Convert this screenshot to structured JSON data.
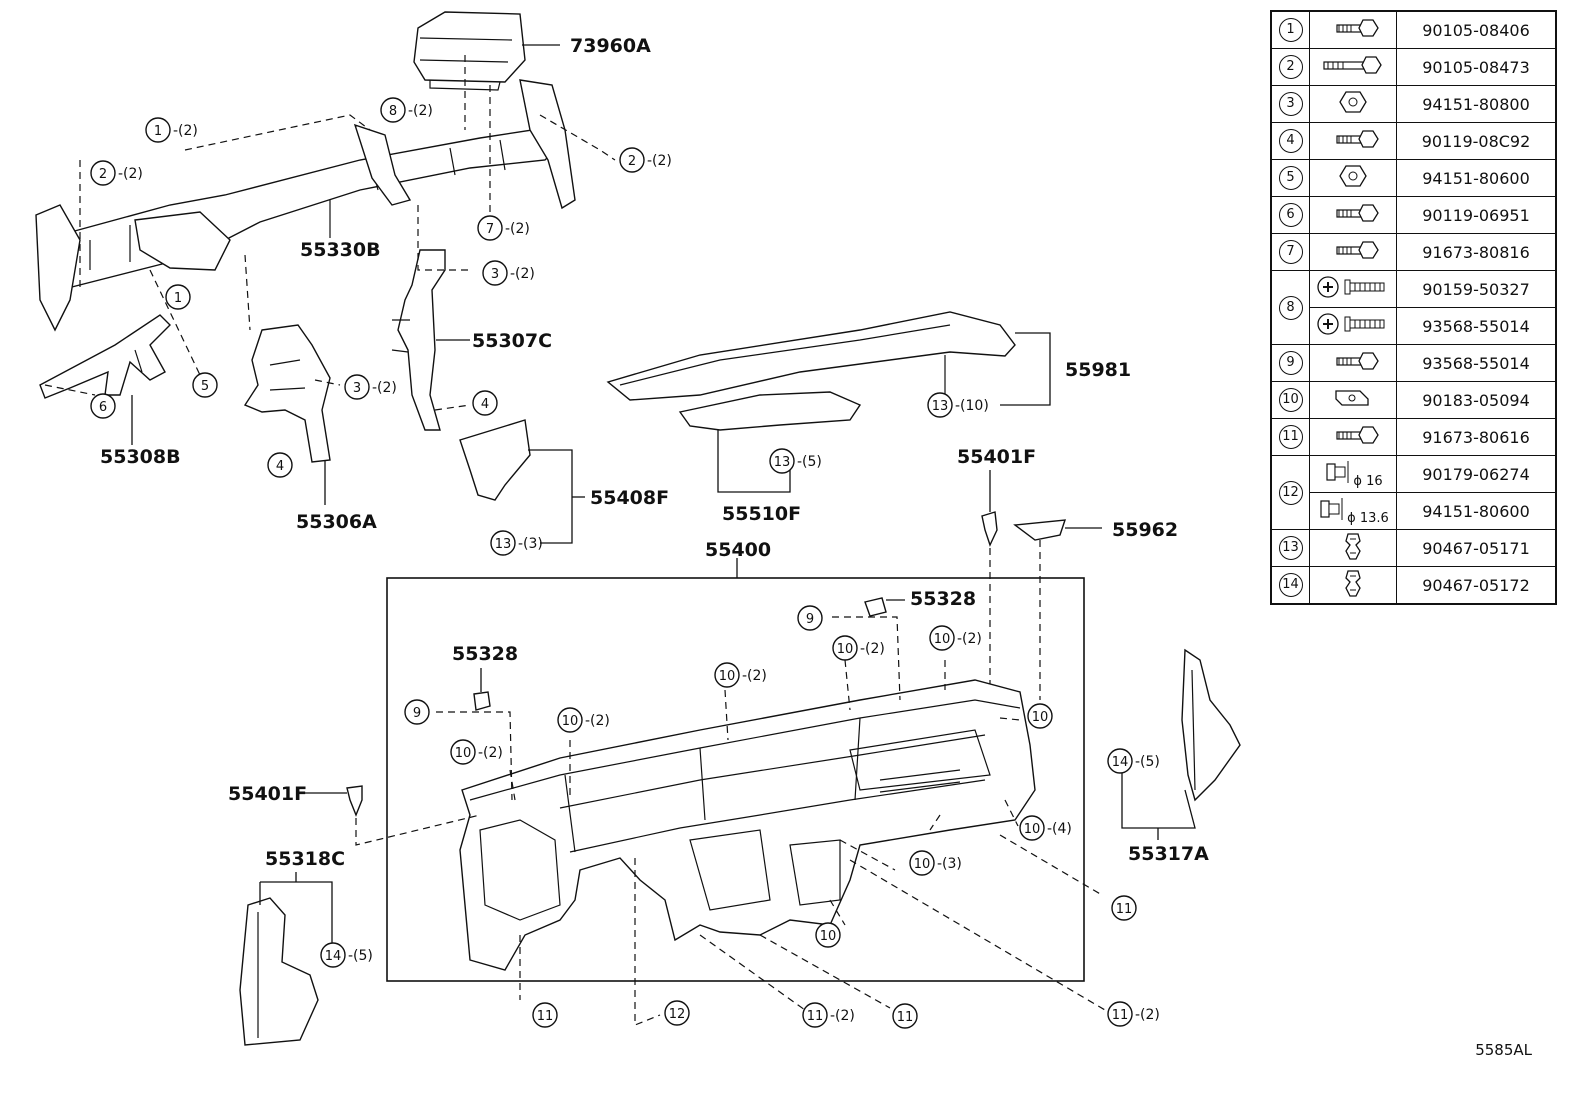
{
  "figure_code": "5585AL",
  "legend": {
    "rows": [
      {
        "num": "1",
        "icon": "bolt-icon",
        "parts": [
          "90105-08406"
        ]
      },
      {
        "num": "2",
        "icon": "long-bolt-icon",
        "parts": [
          "90105-08473"
        ]
      },
      {
        "num": "3",
        "icon": "nut-icon",
        "parts": [
          "94151-80800"
        ]
      },
      {
        "num": "4",
        "icon": "bolt-icon",
        "parts": [
          "90119-08C92"
        ]
      },
      {
        "num": "5",
        "icon": "nut-icon",
        "parts": [
          "94151-80600"
        ]
      },
      {
        "num": "6",
        "icon": "bolt-icon",
        "parts": [
          "90119-06951"
        ]
      },
      {
        "num": "7",
        "icon": "bolt-icon",
        "parts": [
          "91673-80816"
        ]
      },
      {
        "num": "8",
        "icon": "screw-icon",
        "parts": [
          "90159-50327",
          "93568-55014"
        ]
      },
      {
        "num": "9",
        "icon": "bolt-icon",
        "parts": [
          "93568-55014"
        ]
      },
      {
        "num": "10",
        "icon": "clip-nut-icon",
        "parts": [
          "90183-05094"
        ]
      },
      {
        "num": "11",
        "icon": "bolt-icon",
        "parts": [
          "91673-80616"
        ]
      },
      {
        "num": "12",
        "icon": "grommet-icon",
        "parts": [
          "90179-06274",
          "94151-80600"
        ],
        "sizes": [
          "ϕ 16",
          "ϕ 13.6"
        ]
      },
      {
        "num": "13",
        "icon": "clip-icon",
        "parts": [
          "90467-05171"
        ]
      },
      {
        "num": "14",
        "icon": "clip-icon",
        "parts": [
          "90467-05172"
        ]
      }
    ]
  },
  "labels": {
    "p73960A": "73960A",
    "p55330B": "55330B",
    "p55307C": "55307C",
    "p55308B": "55308B",
    "p55306A": "55306A",
    "p55981": "55981",
    "p55401F_top": "55401F",
    "p55962": "55962",
    "p55510F": "55510F",
    "p55408F": "55408F",
    "p55400": "55400",
    "p55328_right": "55328",
    "p55328_left": "55328",
    "p55401F_left": "55401F",
    "p55318C": "55318C",
    "p55317A": "55317A"
  },
  "callouts": [
    {
      "id": "c8a",
      "num": "8",
      "qty": "-(2)"
    },
    {
      "id": "c1a",
      "num": "1",
      "qty": "-(2)"
    },
    {
      "id": "c2a",
      "num": "2",
      "qty": "-(2)"
    },
    {
      "id": "c2b",
      "num": "2",
      "qty": "-(2)"
    },
    {
      "id": "c7a",
      "num": "7",
      "qty": "-(2)"
    },
    {
      "id": "c3a",
      "num": "3",
      "qty": "-(2)"
    },
    {
      "id": "c1b",
      "num": "1",
      "qty": ""
    },
    {
      "id": "c5a",
      "num": "5",
      "qty": ""
    },
    {
      "id": "c6a",
      "num": "6",
      "qty": ""
    },
    {
      "id": "c3b",
      "num": "3",
      "qty": "-(2)"
    },
    {
      "id": "c4a",
      "num": "4",
      "qty": ""
    },
    {
      "id": "c4b",
      "num": "4",
      "qty": ""
    },
    {
      "id": "c13a",
      "num": "13",
      "qty": "-(10)"
    },
    {
      "id": "c13b",
      "num": "13",
      "qty": "-(5)"
    },
    {
      "id": "c13c",
      "num": "13",
      "qty": "-(3)"
    },
    {
      "id": "c9a",
      "num": "9",
      "qty": ""
    },
    {
      "id": "c10a",
      "num": "10",
      "qty": "-(2)"
    },
    {
      "id": "c10b",
      "num": "10",
      "qty": "-(2)"
    },
    {
      "id": "c10c",
      "num": "10",
      "qty": "-(2)"
    },
    {
      "id": "c9b",
      "num": "9",
      "qty": ""
    },
    {
      "id": "c10d",
      "num": "10",
      "qty": "-(2)"
    },
    {
      "id": "c10e",
      "num": "10",
      "qty": "-(2)"
    },
    {
      "id": "c10f",
      "num": "10",
      "qty": ""
    },
    {
      "id": "c10g",
      "num": "10",
      "qty": "-(4)"
    },
    {
      "id": "c10h",
      "num": "10",
      "qty": "-(3)"
    },
    {
      "id": "c10i",
      "num": "10",
      "qty": ""
    },
    {
      "id": "c11a",
      "num": "11",
      "qty": ""
    },
    {
      "id": "c11b",
      "num": "11",
      "qty": ""
    },
    {
      "id": "c12a",
      "num": "12",
      "qty": ""
    },
    {
      "id": "c11c",
      "num": "11",
      "qty": "-(2)"
    },
    {
      "id": "c11d",
      "num": "11",
      "qty": ""
    },
    {
      "id": "c11e",
      "num": "11",
      "qty": "-(2)"
    },
    {
      "id": "c14a",
      "num": "14",
      "qty": "-(5)"
    },
    {
      "id": "c14b",
      "num": "14",
      "qty": "-(5)"
    }
  ]
}
